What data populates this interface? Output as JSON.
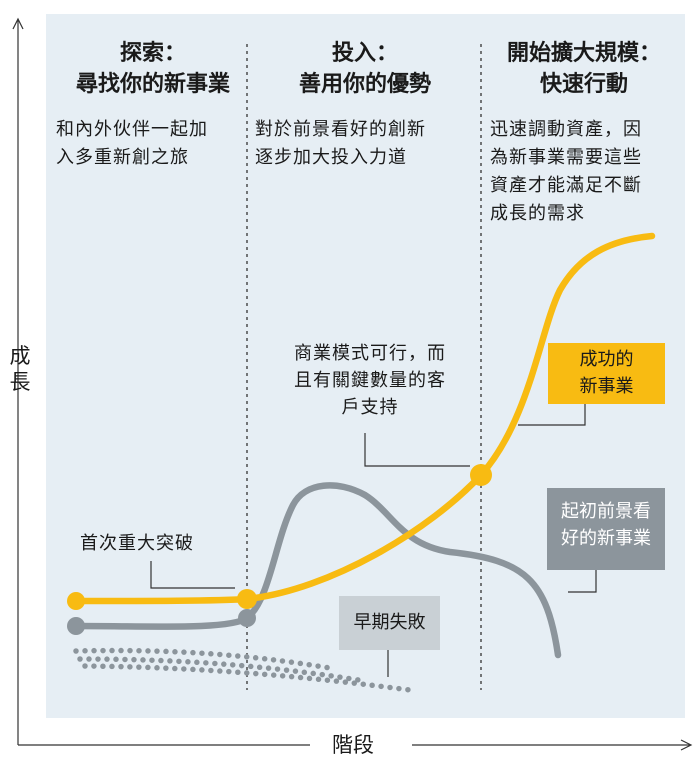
{
  "phases": [
    {
      "title_line1": "探索：",
      "title_line2": "尋找你的新事業",
      "desc_lines": [
        "和內外伙伴一起加",
        "入多重新創之旅"
      ]
    },
    {
      "title_line1": "投入：",
      "title_line2": "善用你的優勢",
      "desc_lines": [
        "對於前景看好的創新",
        "逐步加大投入力道"
      ]
    },
    {
      "title_line1": "開始擴大規模：",
      "title_line2": "快速行動",
      "desc_lines": [
        "迅速調動資產，因",
        "為新事業需要這些",
        "資產才能滿足不斷",
        "成長的需求"
      ]
    }
  ],
  "annotations": {
    "breakthrough": "首次重大突破",
    "viable_lines": [
      "商業模式可行，而",
      "且有關鍵數量的客",
      "戶支持"
    ],
    "successful_lines": [
      "成功的",
      "新事業"
    ],
    "promising_lines": [
      "起初前景看",
      "好的新事業"
    ],
    "early_failure": "早期失敗"
  },
  "axes": {
    "y_label_line1": "成",
    "y_label_line2": "長",
    "x_label": "階段"
  },
  "colors": {
    "yellow": "#f8bb12",
    "gray": "#8c959c",
    "panel": "#e6eef4",
    "ink": "#1a1a1a"
  }
}
